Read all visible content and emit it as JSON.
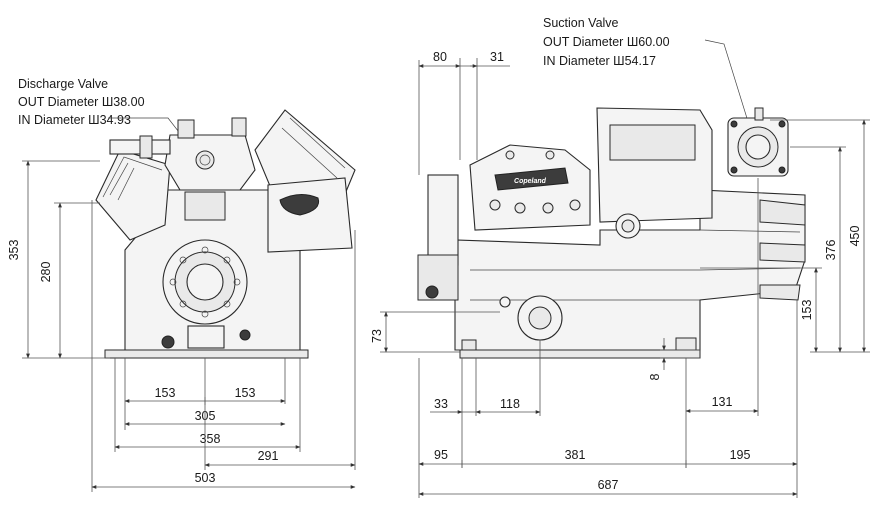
{
  "discharge_valve": {
    "title": "Discharge Valve",
    "out_diameter": "OUT Diameter Ш38.00",
    "in_diameter": "IN Diameter Ш34.93"
  },
  "suction_valve": {
    "title": "Suction Valve",
    "out_diameter": "OUT Diameter Ш60.00",
    "in_diameter": "IN Diameter Ш54.17"
  },
  "front_view": {
    "dim_height_total": "353",
    "dim_height_mid": "280",
    "dim_153_left": "153",
    "dim_153_right": "153",
    "dim_305": "305",
    "dim_358": "358",
    "dim_291": "291",
    "dim_503": "503"
  },
  "side_view": {
    "dim_80": "80",
    "dim_31": "31",
    "dim_450": "450",
    "dim_376": "376",
    "dim_153": "153",
    "dim_73": "73",
    "dim_8": "8",
    "dim_33": "33",
    "dim_118": "118",
    "dim_131": "131",
    "dim_95": "95",
    "dim_381": "381",
    "dim_195": "195",
    "dim_687": "687"
  },
  "brand_plate": "Copeland"
}
